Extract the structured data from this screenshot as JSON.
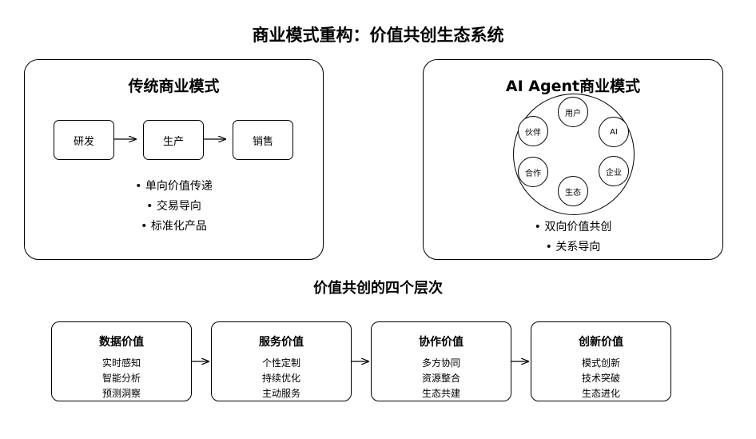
{
  "title": "商业模式重构：价值共创生态系统",
  "traditional": {
    "title": "传统商业模式",
    "steps": [
      "研发",
      "生产",
      "销售"
    ],
    "bullets": [
      "单向价值传递",
      "交易导向",
      "标准化产品"
    ]
  },
  "agent": {
    "title": "AI Agent商业模式",
    "nodes": [
      "用户",
      "AI",
      "企业",
      "生态",
      "合作",
      "伙伴"
    ],
    "bullets": [
      "双向价值共创",
      "关系导向"
    ]
  },
  "layers_title": "价值共创的四个层次",
  "layers": [
    {
      "title": "数据价值",
      "items": [
        "实时感知",
        "智能分析",
        "预测洞察"
      ]
    },
    {
      "title": "服务价值",
      "items": [
        "个性定制",
        "持续优化",
        "主动服务"
      ]
    },
    {
      "title": "协作价值",
      "items": [
        "多方协同",
        "资源整合",
        "生态共建"
      ]
    },
    {
      "title": "创新价值",
      "items": [
        "模式创新",
        "技术突破",
        "生态进化"
      ]
    }
  ]
}
